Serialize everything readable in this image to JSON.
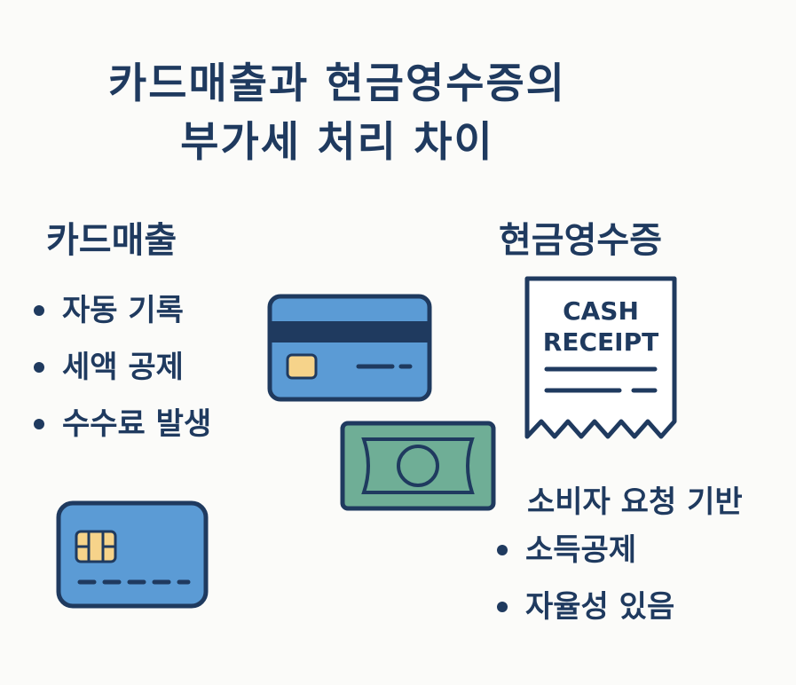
{
  "title": {
    "line1": "카드매출과 현금영수증의",
    "line2": "부가세 처리 차이"
  },
  "card_section": {
    "heading": "카드매출",
    "bullets": [
      "자동 기록",
      "세액 공제",
      "수수료 발생"
    ]
  },
  "cash_section": {
    "heading": "현금영수증",
    "receipt_line1": "CASH",
    "receipt_line2": "RECEIPT",
    "note": "소비자 요청 기반",
    "bullets": [
      "소득공제",
      "자율성 있음"
    ]
  },
  "colors": {
    "navy": "#1f3a5f",
    "card_blue": "#5b9bd5",
    "chip_gold": "#f6d38a",
    "money_green": "#6fae96"
  },
  "icons": [
    "credit-card-icon",
    "credit-card-chip-icon",
    "banknote-icon",
    "receipt-icon"
  ]
}
